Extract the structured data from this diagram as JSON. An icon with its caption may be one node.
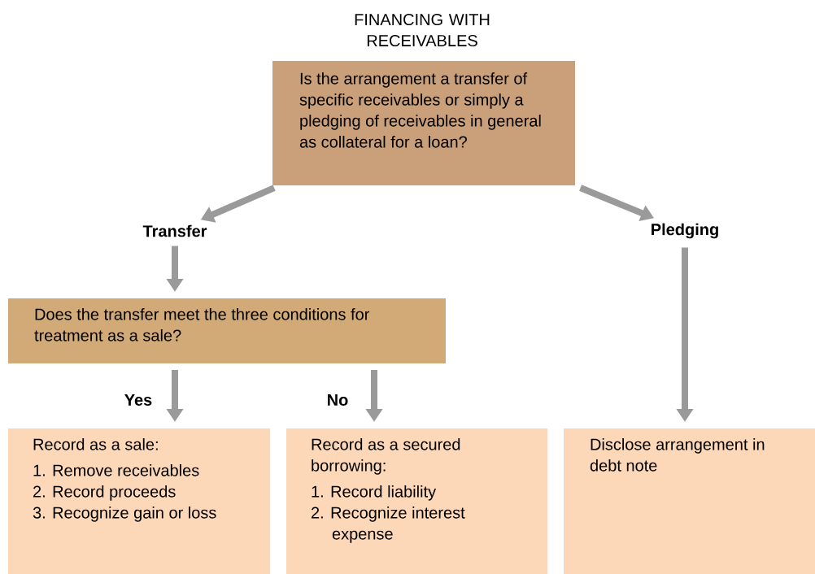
{
  "diagram": {
    "title": "FINANCING WITH RECEIVABLES",
    "nodes": [
      {
        "text": [
          "Is the arrangement a transfer of specific receivables or simply a pledging of receivables in general as collateral for a loan?"
        ]
      },
      {
        "text": [
          "Transfer"
        ]
      },
      {
        "text": [
          "Pledging"
        ]
      },
      {
        "text": [
          "Does the transfer meet the three conditions for treatment as a sale?"
        ]
      },
      {
        "text": [
          "Record as a sale:",
          "1. Remove receivables",
          "2. Record proceeds",
          "3. Recognize gain or loss"
        ]
      },
      {
        "text": [
          "Record as a secured borrowing:",
          "1. Record liability",
          "2. Recognize interest expense"
        ]
      },
      {
        "text": [
          "Disclose arrangement in debt note"
        ]
      }
    ],
    "edges": [
      {
        "from": 0,
        "to": 1,
        "arrow": "to"
      },
      {
        "from": 0,
        "to": 2,
        "arrow": "to"
      },
      {
        "from": 1,
        "to": 3,
        "arrow": "to"
      },
      {
        "from": 3,
        "to": 4,
        "arrow": "to",
        "label": "Yes"
      },
      {
        "from": 3,
        "to": 5,
        "arrow": "to",
        "label": "No"
      },
      {
        "from": 2,
        "to": 6,
        "arrow": "to"
      }
    ]
  }
}
